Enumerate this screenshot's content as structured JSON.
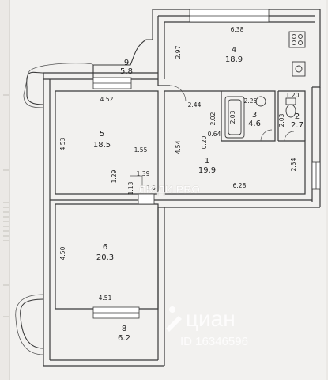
{
  "rooms": [
    {
      "number": "4",
      "area": "18.9"
    },
    {
      "number": "9",
      "area": "5.8"
    },
    {
      "number": "5",
      "area": "18.5"
    },
    {
      "number": "1",
      "area": "19.9"
    },
    {
      "number": "3",
      "area": "4.6"
    },
    {
      "number": "2",
      "area": "2.7"
    },
    {
      "number": "6",
      "area": "20.3"
    },
    {
      "number": "8",
      "area": "6.2"
    }
  ],
  "dimensions": [
    "6.38",
    "2.97",
    "4.52",
    "2.44",
    "2.25",
    "1.20",
    "2.02",
    "2.03",
    "2.03",
    "0.64",
    "0.20",
    "4.53",
    "4.54",
    "1.55",
    "1.29",
    "1.39",
    "1.13",
    "1.0",
    "6.28",
    "2.34",
    "4.50",
    "4.51"
  ],
  "watermarks": {
    "agency": "ЛЮДИ PRO",
    "brand": "циан",
    "listing_id": "ID 16346596"
  }
}
